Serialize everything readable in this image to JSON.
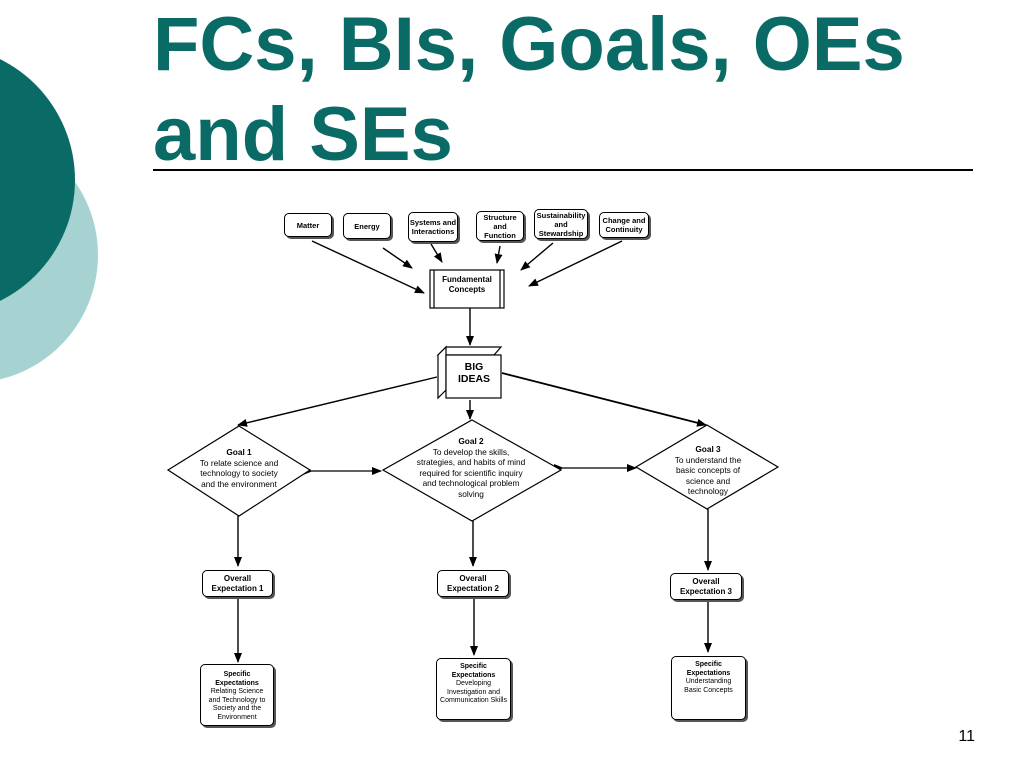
{
  "slide": {
    "title": "FCs, BIs, Goals, OEs and SEs",
    "page_number": "11",
    "colors": {
      "title": "#0a6b66",
      "circle_dark": "#0a6b66",
      "circle_light": "#a7d2d2"
    }
  },
  "fundamental_concepts_row": [
    "Matter",
    "Energy",
    "Systems and Interactions",
    "Structure and Function",
    "Sustainability and Stewardship",
    "Change and Continuity"
  ],
  "fundamental_concepts_box": "Fundamental Concepts",
  "big_ideas": "BIG IDEAS",
  "goals": [
    {
      "heading": "Goal 1",
      "text": "To relate science and technology to society and the environment"
    },
    {
      "heading": "Goal 2",
      "text": "To develop the skills, strategies, and habits of mind required for scientific inquiry and technological problem solving"
    },
    {
      "heading": "Goal 3",
      "text": "To understand the basic concepts of science and technology"
    }
  ],
  "overall_expectations": [
    "Overall Expectation 1",
    "Overall Expectation 2",
    "Overall Expectation 3"
  ],
  "specific_expectations": [
    {
      "heading": "Specific Expectations",
      "text": "Relating Science and Technology to Society and the Environment"
    },
    {
      "heading": "Specific Expectations",
      "text": "Developing Investigation and Communication Skills"
    },
    {
      "heading": "Specific Expectations",
      "text": "Understanding Basic Concepts"
    }
  ]
}
